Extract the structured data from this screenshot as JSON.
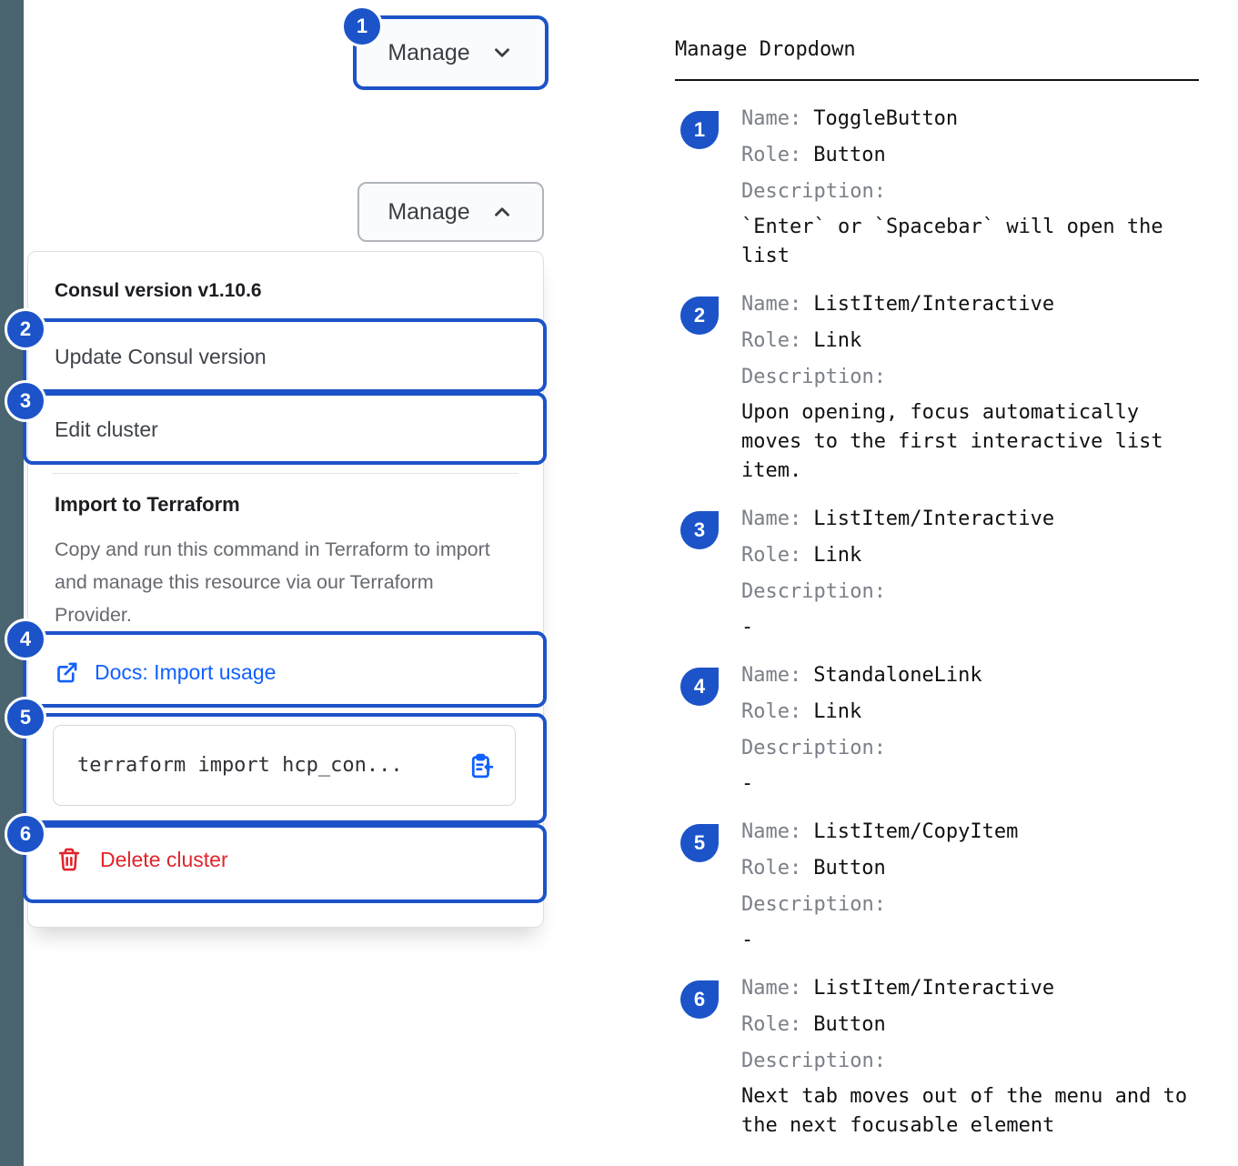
{
  "colors": {
    "annotation_blue": "#1c53c9",
    "link_blue": "#1060ff",
    "danger_red": "#e0252b",
    "left_rail": "#4a6570"
  },
  "left": {
    "toggle_button": {
      "label": "Manage"
    },
    "open_button": {
      "label": "Manage"
    },
    "dropdown": {
      "version_label": "Consul version v1.10.6",
      "update_item": "Update Consul version",
      "edit_item": "Edit cluster",
      "import_title": "Import to Terraform",
      "import_description": "Copy and run this command in Terraform to import and manage this resource via our Terraform Provider.",
      "docs_link": "Docs: Import usage",
      "code": "terraform import hcp_con...",
      "delete_item": "Delete cluster"
    }
  },
  "annotations": {
    "badges": [
      "1",
      "2",
      "3",
      "4",
      "5",
      "6"
    ]
  },
  "right": {
    "title": "Manage Dropdown",
    "labels": {
      "name": "Name:",
      "role": "Role:",
      "description": "Description:"
    },
    "entries": [
      {
        "num": "1",
        "name": "ToggleButton",
        "role": "Button",
        "description": "`Enter` or `Spacebar` will open the list"
      },
      {
        "num": "2",
        "name": "ListItem/Interactive",
        "role": "Link",
        "description": "Upon opening, focus automatically moves to the first interactive list item."
      },
      {
        "num": "3",
        "name": "ListItem/Interactive",
        "role": "Link",
        "description": "-"
      },
      {
        "num": "4",
        "name": "StandaloneLink",
        "role": "Link",
        "description": "-"
      },
      {
        "num": "5",
        "name": "ListItem/CopyItem",
        "role": "Button",
        "description": "-"
      },
      {
        "num": "6",
        "name": "ListItem/Interactive",
        "role": "Button",
        "description": "Next tab moves out of the menu and to the next focusable element"
      }
    ]
  }
}
